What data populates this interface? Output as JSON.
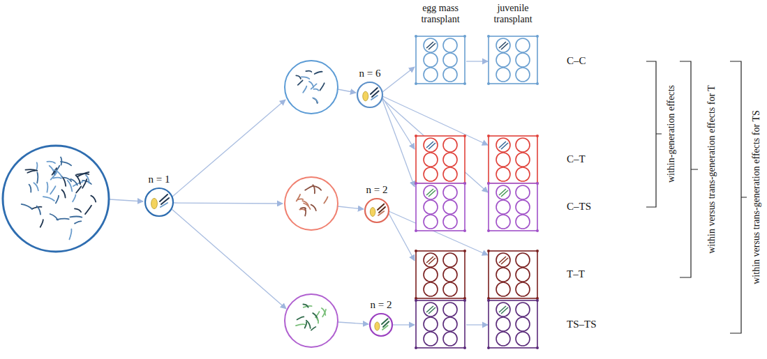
{
  "diagram": {
    "nodes": [
      {
        "text": [
          "n = 1"
        ]
      },
      {
        "text": [
          "n = 6"
        ]
      },
      {
        "text": [
          "n = 2"
        ]
      },
      {
        "text": [
          "n = 2"
        ]
      }
    ],
    "labels": [
      "egg mass transplant",
      "juvenile transplant",
      "C–C",
      "C–T",
      "C–TS",
      "T–T",
      "TS–TS",
      "within-generation effects",
      "within versus trans-generation effects for T",
      "within versus trans-generation effects for TS"
    ]
  }
}
